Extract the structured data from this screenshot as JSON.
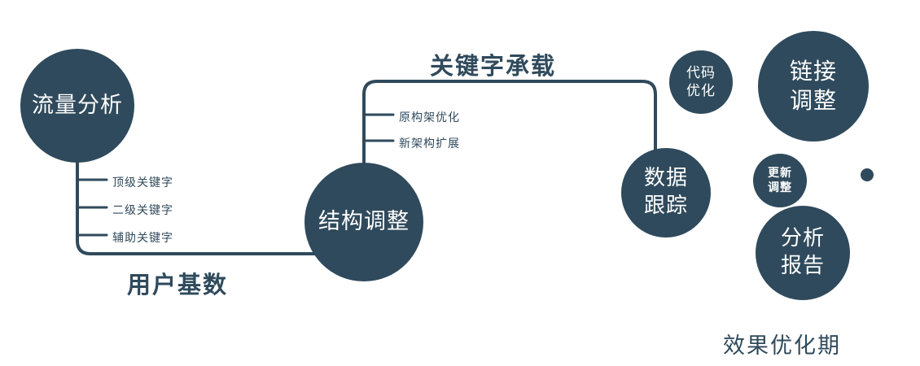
{
  "colors": {
    "primary": "#2f4a5c",
    "node_text": "#ffffff",
    "background": "#ffffff"
  },
  "nodes": {
    "traffic_analysis": {
      "label": "流量分析"
    },
    "structure_adjust": {
      "label": "结构调整"
    },
    "data_tracking": {
      "line1": "数据",
      "line2": "跟踪"
    },
    "code_optimization": {
      "line1": "代码",
      "line2": "优化"
    },
    "link_adjustment": {
      "line1": "链接",
      "line2": "调整"
    },
    "update_adjustment": {
      "line1": "更新",
      "line2": "调整"
    },
    "analysis_report": {
      "line1": "分析",
      "line2": "报告"
    }
  },
  "edge_labels": {
    "keyword_carry": "关键字承载",
    "user_base": "用户基数",
    "effect_period": "效果优化期"
  },
  "branches": {
    "traffic": [
      "顶级关键字",
      "二级关键字",
      "辅助关键字"
    ],
    "structure": [
      "原构架优化",
      "新架构扩展"
    ]
  }
}
